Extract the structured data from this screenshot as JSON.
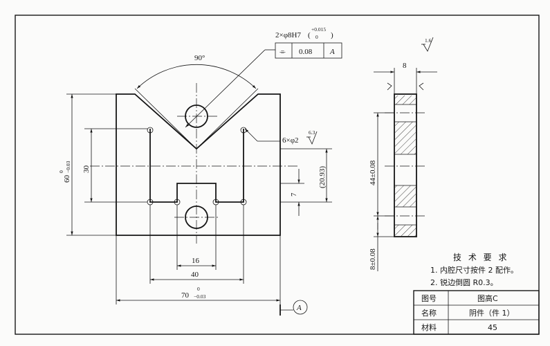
{
  "dimensions": {
    "angle": "90°",
    "hole_spec": "2×φ8H7",
    "hole_tol_upper": "+0.015",
    "hole_tol_lower": "0",
    "small_holes": "6×φ2",
    "overall_height": "60",
    "overall_height_tol_upper": "0",
    "overall_height_tol_lower": "−0.03",
    "inner_height": "30",
    "ref_dim": "(20.93)",
    "step_dim": "7",
    "slot_width": "16",
    "inner_width": "40",
    "overall_width": "70",
    "overall_width_tol_upper": "0",
    "overall_width_tol_lower": "−0.03",
    "thickness": "8",
    "side_height": "44±0.08",
    "side_bottom": "8±0.08"
  },
  "tolerance_frame": {
    "symbol": "⌯",
    "value": "0.08",
    "datum": "A"
  },
  "datum_label": "A",
  "roughness": {
    "main": "1.6",
    "holes": "6.3"
  },
  "tech_requirements": {
    "title": "技 术 要 求",
    "items": [
      "1. 内腔尺寸按件 2 配作。",
      "2. 锐边倒圆 R0.3。"
    ]
  },
  "title_block": {
    "rows": [
      {
        "label": "图号",
        "value": "图高C"
      },
      {
        "label": "名称",
        "value": "阴件（件 1）"
      },
      {
        "label": "材料",
        "value": "45"
      }
    ]
  }
}
